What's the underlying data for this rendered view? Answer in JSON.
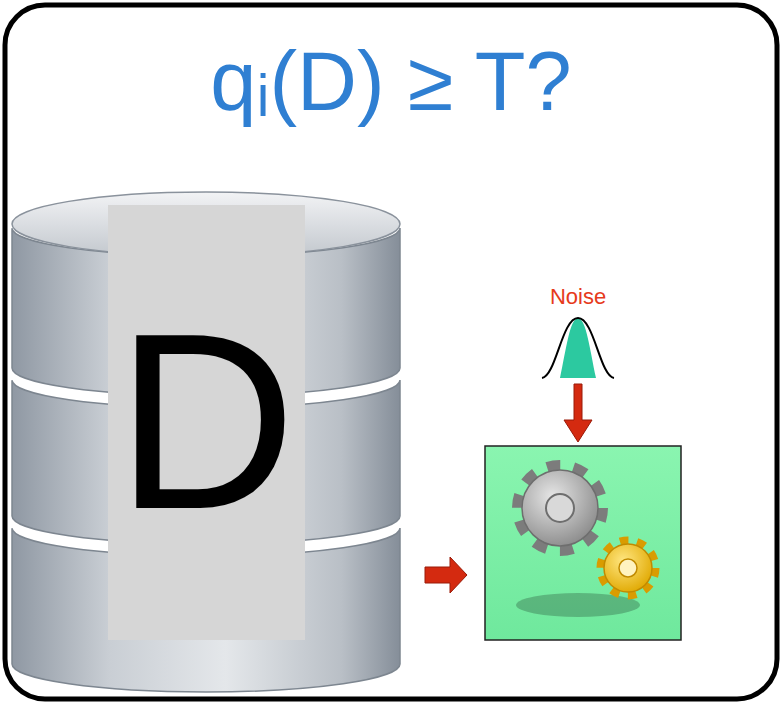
{
  "diagram": {
    "title": "qᵢ(D) ≥ T?",
    "nodes": [
      {
        "text": [
          "D"
        ]
      }
    ],
    "labels": [
      "Noise"
    ]
  }
}
